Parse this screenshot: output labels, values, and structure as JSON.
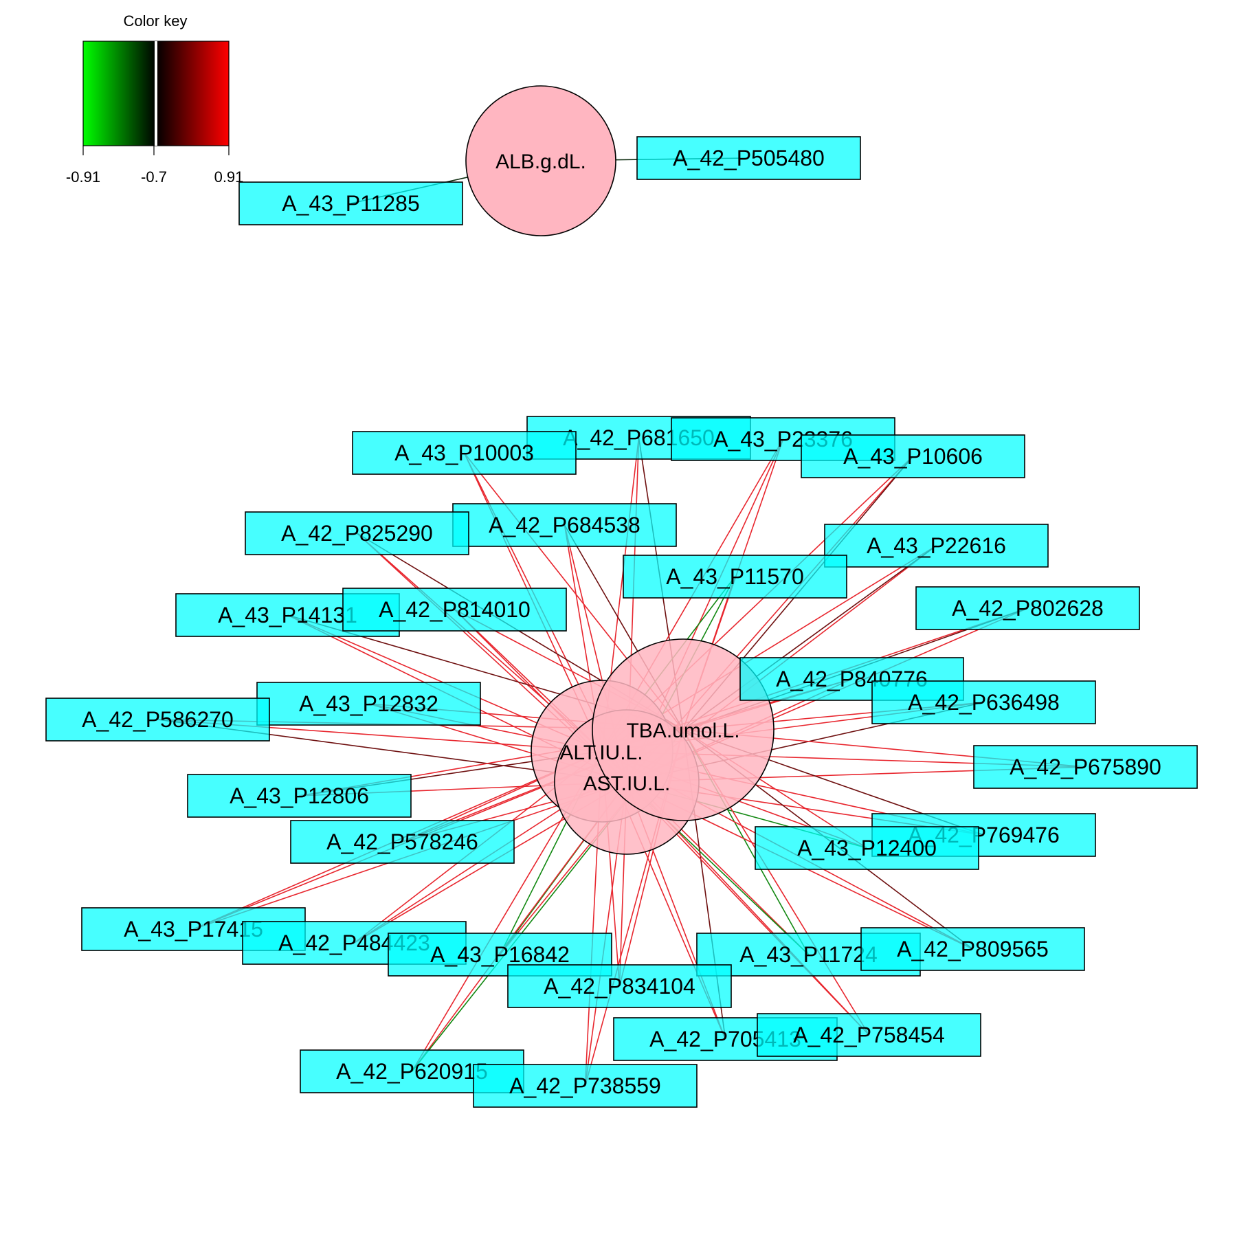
{
  "color_key": {
    "title": "Color key",
    "ticks": [
      "-0.91",
      "-0.7",
      "0.91"
    ],
    "colors": {
      "low": "#00ff00",
      "mid": "#000000",
      "high": "#ff0000",
      "marker": "#ffffff"
    }
  },
  "colors": {
    "trait_fill": "#ffb6c1",
    "gene_fill": "#00ffff",
    "edge_positive": "#e8262e",
    "edge_weak_positive": "#6e0f0f",
    "edge_negative": "#118811",
    "edge_weak_negative": "#0d2d10"
  },
  "traits": [
    {
      "id": "ALB",
      "label": "ALB.g.dL."
    },
    {
      "id": "ALT",
      "label": "ALT.IU.L."
    },
    {
      "id": "AST",
      "label": "AST.IU.L."
    },
    {
      "id": "TBA",
      "label": "TBA.umol.L."
    }
  ],
  "genes": [
    {
      "id": "P11285",
      "label": "A_43_P11285"
    },
    {
      "id": "P505480",
      "label": "A_42_P505480"
    },
    {
      "id": "P681650",
      "label": "A_42_P681650"
    },
    {
      "id": "P23376",
      "label": "A_43_P23376"
    },
    {
      "id": "P10003",
      "label": "A_43_P10003"
    },
    {
      "id": "P10606",
      "label": "A_43_P10606"
    },
    {
      "id": "P684538",
      "label": "A_42_P684538"
    },
    {
      "id": "P825290",
      "label": "A_42_P825290"
    },
    {
      "id": "P22616",
      "label": "A_43_P22616"
    },
    {
      "id": "P11570",
      "label": "A_43_P11570"
    },
    {
      "id": "P14131",
      "label": "A_43_P14131"
    },
    {
      "id": "P814010",
      "label": "A_42_P814010"
    },
    {
      "id": "P802628",
      "label": "A_42_P802628"
    },
    {
      "id": "P840776",
      "label": "A_42_P840776"
    },
    {
      "id": "P12832",
      "label": "A_43_P12832"
    },
    {
      "id": "P636498",
      "label": "A_42_P636498"
    },
    {
      "id": "P586270",
      "label": "A_42_P586270"
    },
    {
      "id": "P675890",
      "label": "A_42_P675890"
    },
    {
      "id": "P12806",
      "label": "A_43_P12806"
    },
    {
      "id": "P769476",
      "label": "A_42_P769476"
    },
    {
      "id": "P578246",
      "label": "A_42_P578246"
    },
    {
      "id": "P12400",
      "label": "A_43_P12400"
    },
    {
      "id": "P17415",
      "label": "A_43_P17415"
    },
    {
      "id": "P484423",
      "label": "A_42_P484423"
    },
    {
      "id": "P16842",
      "label": "A_43_P16842"
    },
    {
      "id": "P11724",
      "label": "A_43_P11724"
    },
    {
      "id": "P809565",
      "label": "A_42_P809565"
    },
    {
      "id": "P834104",
      "label": "A_42_P834104"
    },
    {
      "id": "P705413",
      "label": "A_42_P705413"
    },
    {
      "id": "P758454",
      "label": "A_42_P758454"
    },
    {
      "id": "P620915",
      "label": "A_42_P620915"
    },
    {
      "id": "P738559",
      "label": "A_42_P738559"
    }
  ],
  "edges": [
    {
      "from": "ALB",
      "to": "P11285",
      "sign": "weak_negative"
    },
    {
      "from": "ALB",
      "to": "P505480",
      "sign": "weak_negative"
    },
    {
      "from": "ALT",
      "to": "P10003",
      "sign": "positive"
    },
    {
      "from": "AST",
      "to": "P10003",
      "sign": "positive"
    },
    {
      "from": "TBA",
      "to": "P10003",
      "sign": "positive"
    },
    {
      "from": "ALT",
      "to": "P681650",
      "sign": "positive"
    },
    {
      "from": "AST",
      "to": "P681650",
      "sign": "positive"
    },
    {
      "from": "TBA",
      "to": "P681650",
      "sign": "weak_positive"
    },
    {
      "from": "ALT",
      "to": "P23376",
      "sign": "positive"
    },
    {
      "from": "AST",
      "to": "P23376",
      "sign": "positive"
    },
    {
      "from": "TBA",
      "to": "P23376",
      "sign": "positive"
    },
    {
      "from": "ALT",
      "to": "P10606",
      "sign": "positive"
    },
    {
      "from": "AST",
      "to": "P10606",
      "sign": "positive"
    },
    {
      "from": "TBA",
      "to": "P10606",
      "sign": "weak_positive"
    },
    {
      "from": "ALT",
      "to": "P684538",
      "sign": "positive"
    },
    {
      "from": "AST",
      "to": "P684538",
      "sign": "positive"
    },
    {
      "from": "TBA",
      "to": "P684538",
      "sign": "weak_positive"
    },
    {
      "from": "ALT",
      "to": "P825290",
      "sign": "positive"
    },
    {
      "from": "AST",
      "to": "P825290",
      "sign": "positive"
    },
    {
      "from": "TBA",
      "to": "P825290",
      "sign": "weak_positive"
    },
    {
      "from": "ALT",
      "to": "P22616",
      "sign": "positive"
    },
    {
      "from": "AST",
      "to": "P22616",
      "sign": "positive"
    },
    {
      "from": "TBA",
      "to": "P22616",
      "sign": "weak_positive"
    },
    {
      "from": "ALT",
      "to": "P11570",
      "sign": "negative"
    },
    {
      "from": "AST",
      "to": "P11570",
      "sign": "negative"
    },
    {
      "from": "TBA",
      "to": "P11570",
      "sign": "positive"
    },
    {
      "from": "ALT",
      "to": "P14131",
      "sign": "positive"
    },
    {
      "from": "AST",
      "to": "P14131",
      "sign": "positive"
    },
    {
      "from": "TBA",
      "to": "P14131",
      "sign": "weak_positive"
    },
    {
      "from": "ALT",
      "to": "P814010",
      "sign": "positive"
    },
    {
      "from": "AST",
      "to": "P814010",
      "sign": "positive"
    },
    {
      "from": "TBA",
      "to": "P814010",
      "sign": "positive"
    },
    {
      "from": "ALT",
      "to": "P802628",
      "sign": "positive"
    },
    {
      "from": "AST",
      "to": "P802628",
      "sign": "positive"
    },
    {
      "from": "TBA",
      "to": "P802628",
      "sign": "weak_positive"
    },
    {
      "from": "ALT",
      "to": "P840776",
      "sign": "positive"
    },
    {
      "from": "AST",
      "to": "P840776",
      "sign": "positive"
    },
    {
      "from": "TBA",
      "to": "P840776",
      "sign": "positive"
    },
    {
      "from": "ALT",
      "to": "P12832",
      "sign": "positive"
    },
    {
      "from": "AST",
      "to": "P12832",
      "sign": "positive"
    },
    {
      "from": "TBA",
      "to": "P12832",
      "sign": "positive"
    },
    {
      "from": "ALT",
      "to": "P636498",
      "sign": "positive"
    },
    {
      "from": "AST",
      "to": "P636498",
      "sign": "weak_positive"
    },
    {
      "from": "TBA",
      "to": "P636498",
      "sign": "positive"
    },
    {
      "from": "ALT",
      "to": "P586270",
      "sign": "positive"
    },
    {
      "from": "AST",
      "to": "P586270",
      "sign": "weak_positive"
    },
    {
      "from": "TBA",
      "to": "P586270",
      "sign": "positive"
    },
    {
      "from": "ALT",
      "to": "P675890",
      "sign": "positive"
    },
    {
      "from": "AST",
      "to": "P675890",
      "sign": "positive"
    },
    {
      "from": "TBA",
      "to": "P675890",
      "sign": "positive"
    },
    {
      "from": "ALT",
      "to": "P12806",
      "sign": "weak_positive"
    },
    {
      "from": "AST",
      "to": "P12806",
      "sign": "positive"
    },
    {
      "from": "TBA",
      "to": "P12806",
      "sign": "positive"
    },
    {
      "from": "ALT",
      "to": "P769476",
      "sign": "positive"
    },
    {
      "from": "AST",
      "to": "P769476",
      "sign": "positive"
    },
    {
      "from": "TBA",
      "to": "P769476",
      "sign": "weak_positive"
    },
    {
      "from": "ALT",
      "to": "P578246",
      "sign": "positive"
    },
    {
      "from": "AST",
      "to": "P578246",
      "sign": "positive"
    },
    {
      "from": "TBA",
      "to": "P578246",
      "sign": "positive"
    },
    {
      "from": "ALT",
      "to": "P12400",
      "sign": "positive"
    },
    {
      "from": "AST",
      "to": "P12400",
      "sign": "negative"
    },
    {
      "from": "TBA",
      "to": "P12400",
      "sign": "positive"
    },
    {
      "from": "ALT",
      "to": "P17415",
      "sign": "positive"
    },
    {
      "from": "AST",
      "to": "P17415",
      "sign": "positive"
    },
    {
      "from": "TBA",
      "to": "P17415",
      "sign": "positive"
    },
    {
      "from": "ALT",
      "to": "P484423",
      "sign": "positive"
    },
    {
      "from": "AST",
      "to": "P484423",
      "sign": "positive"
    },
    {
      "from": "TBA",
      "to": "P484423",
      "sign": "positive"
    },
    {
      "from": "ALT",
      "to": "P16842",
      "sign": "negative"
    },
    {
      "from": "AST",
      "to": "P16842",
      "sign": "negative"
    },
    {
      "from": "TBA",
      "to": "P16842",
      "sign": "positive"
    },
    {
      "from": "ALT",
      "to": "P11724",
      "sign": "positive"
    },
    {
      "from": "AST",
      "to": "P11724",
      "sign": "negative"
    },
    {
      "from": "TBA",
      "to": "P11724",
      "sign": "negative"
    },
    {
      "from": "ALT",
      "to": "P809565",
      "sign": "positive"
    },
    {
      "from": "AST",
      "to": "P809565",
      "sign": "positive"
    },
    {
      "from": "TBA",
      "to": "P809565",
      "sign": "weak_positive"
    },
    {
      "from": "ALT",
      "to": "P834104",
      "sign": "positive"
    },
    {
      "from": "AST",
      "to": "P834104",
      "sign": "positive"
    },
    {
      "from": "TBA",
      "to": "P834104",
      "sign": "positive"
    },
    {
      "from": "ALT",
      "to": "P705413",
      "sign": "positive"
    },
    {
      "from": "AST",
      "to": "P705413",
      "sign": "positive"
    },
    {
      "from": "TBA",
      "to": "P705413",
      "sign": "weak_positive"
    },
    {
      "from": "ALT",
      "to": "P758454",
      "sign": "positive"
    },
    {
      "from": "AST",
      "to": "P758454",
      "sign": "positive"
    },
    {
      "from": "TBA",
      "to": "P758454",
      "sign": "positive"
    },
    {
      "from": "ALT",
      "to": "P620915",
      "sign": "positive"
    },
    {
      "from": "AST",
      "to": "P620915",
      "sign": "positive"
    },
    {
      "from": "TBA",
      "to": "P620915",
      "sign": "negative"
    },
    {
      "from": "ALT",
      "to": "P738559",
      "sign": "positive"
    },
    {
      "from": "AST",
      "to": "P738559",
      "sign": "positive"
    },
    {
      "from": "TBA",
      "to": "P738559",
      "sign": "positive"
    }
  ]
}
